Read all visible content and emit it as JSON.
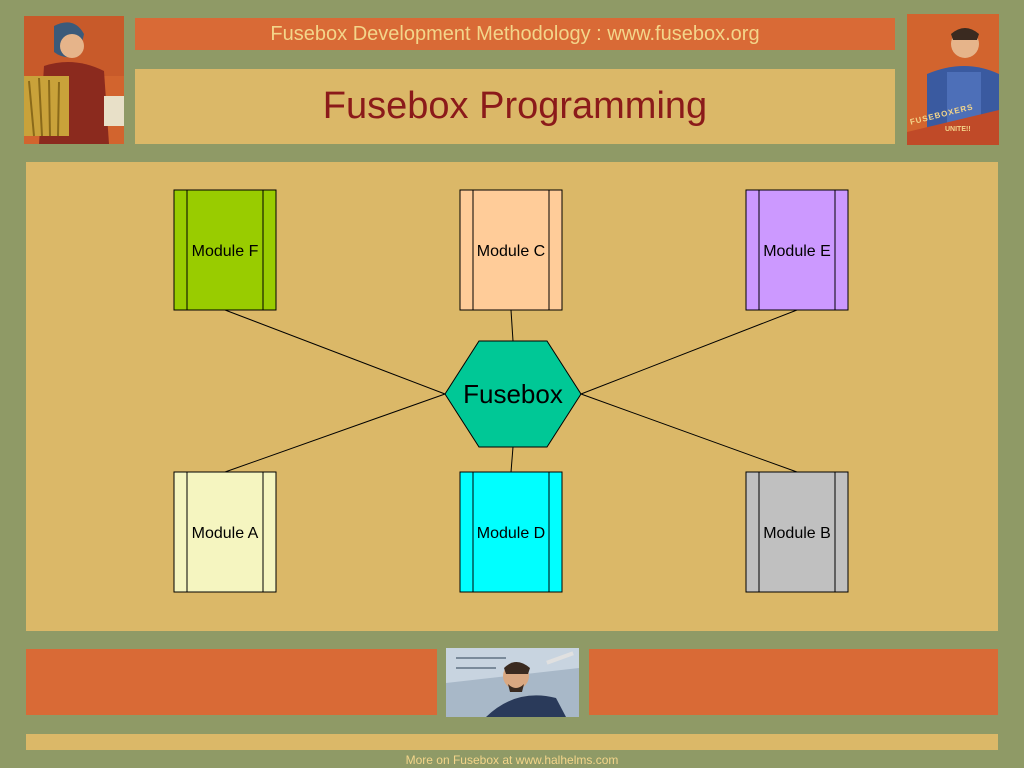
{
  "header": {
    "banner": "Fusebox Development Methodology : www.fusebox.org",
    "title": "Fusebox Programming"
  },
  "diagram": {
    "hub": {
      "label": "Fusebox",
      "color": "#00c896"
    },
    "modules": [
      {
        "id": "f",
        "label": "Module F",
        "color": "#99cc00"
      },
      {
        "id": "c",
        "label": "Module C",
        "color": "#ffcc99"
      },
      {
        "id": "e",
        "label": "Module E",
        "color": "#cc99ff"
      },
      {
        "id": "a",
        "label": "Module A",
        "color": "#f5f5c0"
      },
      {
        "id": "d",
        "label": "Module D",
        "color": "#00ffff"
      },
      {
        "id": "b",
        "label": "Module B",
        "color": "#c0c0c0"
      }
    ]
  },
  "poster_right": {
    "text_top": "FUSEBOXERS",
    "text_bottom": "UNITE!!"
  },
  "footer": {
    "text": "More on Fusebox at www.halhelms.com"
  }
}
